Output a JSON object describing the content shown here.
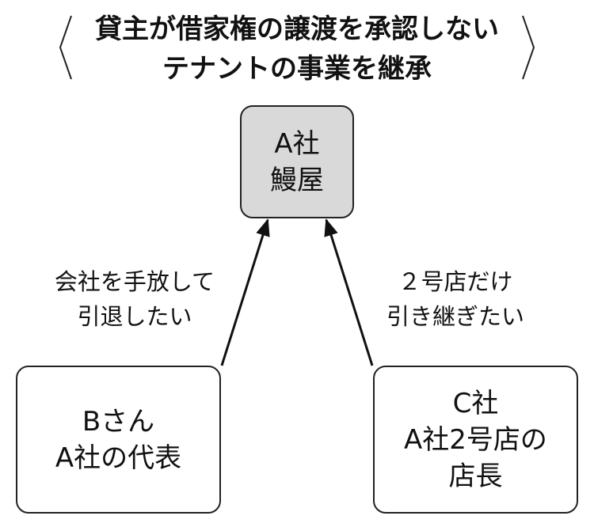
{
  "title": {
    "line1": "貸主が借家権の譲渡を承認しない",
    "line2": "テナントの事業を継承"
  },
  "nodes": {
    "a": {
      "line1": "A社",
      "line2": "鰻屋",
      "fill": "#d9d9d9"
    },
    "b": {
      "line1": "Bさん",
      "line2": "A社の代表"
    },
    "c": {
      "line1": "C社",
      "line2": "A社2号店の",
      "line3": "店長"
    }
  },
  "edges": {
    "b_to_a": {
      "line1": "会社を手放して",
      "line2": "引退したい"
    },
    "c_to_a": {
      "line1": "２号店だけ",
      "line2": "引き継ぎたい"
    }
  }
}
